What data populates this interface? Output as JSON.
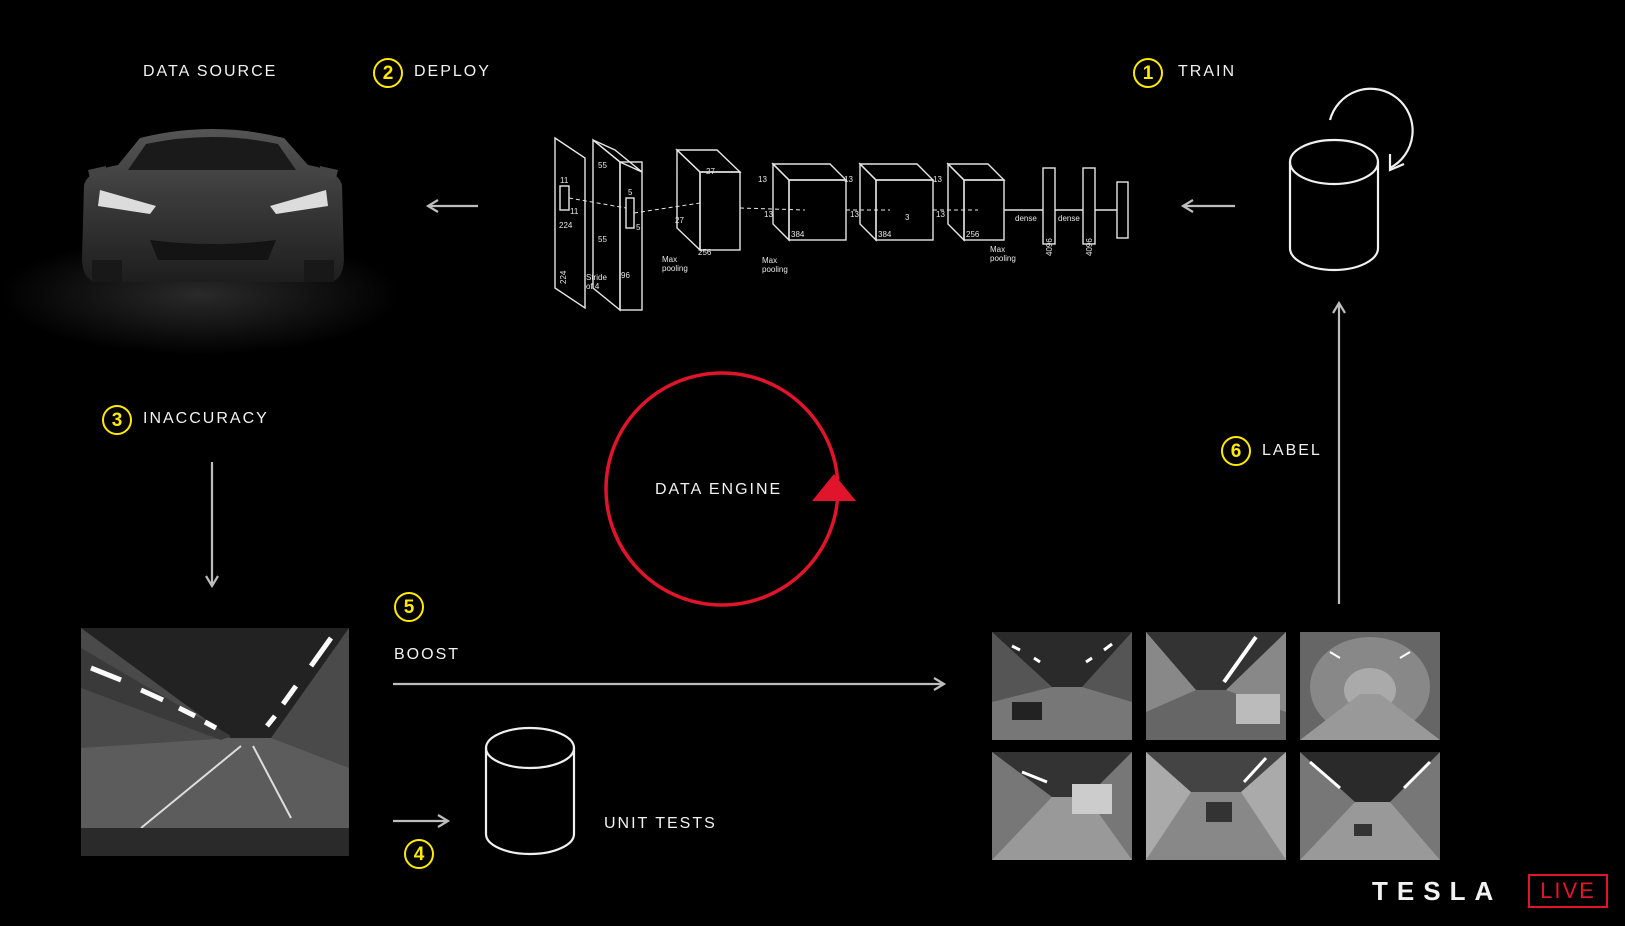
{
  "steps": {
    "train": {
      "num": "1",
      "label": "TRAIN"
    },
    "deploy": {
      "num": "2",
      "label": "DEPLOY"
    },
    "inaccuracy": {
      "num": "3",
      "label": "INACCURACY"
    },
    "unit_tests": {
      "num": "4",
      "label": "UNIT TESTS"
    },
    "boost": {
      "num": "5",
      "label": "BOOST"
    },
    "label": {
      "num": "6",
      "label": "LABEL"
    }
  },
  "data_source": "DATA SOURCE",
  "center": "DATA ENGINE",
  "network": {
    "stride": [
      "Stride",
      "of 4"
    ],
    "pool1": [
      "Max",
      "pooling"
    ],
    "pool2": [
      "Max",
      "pooling"
    ],
    "pool3": [
      "Max",
      "pooling"
    ],
    "dense1": "dense",
    "dense2": "dense",
    "dims": {
      "in_a": "224",
      "in_b": "224",
      "k11a": "11",
      "k11b": "11",
      "c1_top": "55",
      "c1_side": "55",
      "c1_depth": "96",
      "k5a": "5",
      "k5b": "5",
      "c2_top": "27",
      "c2_side": "27",
      "c2_depth": "256",
      "c3_top": "13",
      "c3_side": "13",
      "c3_depth": "384",
      "c4_top": "13",
      "c4_side": "13",
      "c4_depth": "384",
      "c5_top": "13",
      "c5_side": "13",
      "c5_depth": "256",
      "k3": "3",
      "fc1": "4096",
      "fc2": "4096"
    }
  },
  "brand": {
    "name": "TESLA",
    "tag": "LIVE"
  },
  "colors": {
    "accent": "#e0142a",
    "highlight": "#ffea00",
    "background": "#000000"
  }
}
